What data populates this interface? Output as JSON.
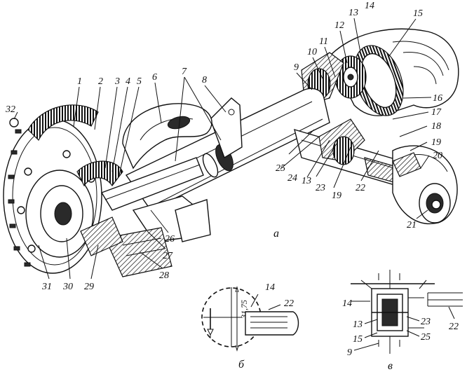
{
  "labels": {
    "l1": "1",
    "l2": "2",
    "l3": "3",
    "l4": "4",
    "l5": "5",
    "l6": "6",
    "l7": "7",
    "l8": "8",
    "l9": "9",
    "l10": "10",
    "l11": "11",
    "l12": "12",
    "l13a": "13",
    "l14": "14",
    "l15": "15",
    "l16": "16",
    "l17": "17",
    "l18": "18",
    "l19a": "19",
    "l20": "20",
    "l21": "21",
    "l22": "22",
    "l23": "23",
    "l24": "24",
    "l25": "25",
    "l13b": "13",
    "l19b": "19",
    "l26": "26",
    "l27": "27",
    "l28": "28",
    "l29": "29",
    "l30": "30",
    "l31": "31",
    "l32": "32"
  },
  "subfigures": {
    "a": "а",
    "b": "б",
    "c": "в"
  },
  "inset_b": {
    "dimension": "31,75",
    "label_14": "14",
    "label_22": "22"
  },
  "inset_c": {
    "label_14": "14",
    "label_13": "13",
    "label_15": "15",
    "label_9": "9",
    "label_23": "23",
    "label_25": "25",
    "label_22": "22"
  }
}
